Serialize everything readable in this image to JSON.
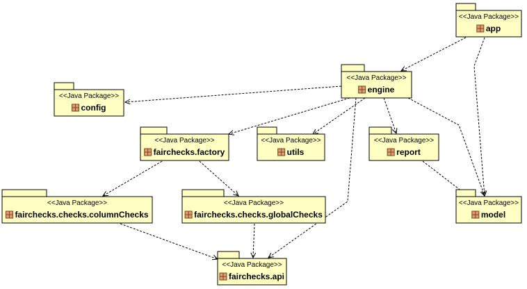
{
  "diagram": {
    "stereotype": "<<Java Package>>",
    "packages": [
      {
        "id": "app",
        "name": "app"
      },
      {
        "id": "engine",
        "name": "engine"
      },
      {
        "id": "config",
        "name": "config"
      },
      {
        "id": "factory",
        "name": "fairchecks.factory"
      },
      {
        "id": "utils",
        "name": "utils"
      },
      {
        "id": "report",
        "name": "report"
      },
      {
        "id": "columnChecks",
        "name": "fairchecks.checks.columnChecks"
      },
      {
        "id": "globalChecks",
        "name": "fairchecks.checks.globalChecks"
      },
      {
        "id": "model",
        "name": "model"
      },
      {
        "id": "api",
        "name": "fairchecks.api"
      }
    ],
    "dependencies": [
      {
        "from": "app",
        "to": "engine"
      },
      {
        "from": "app",
        "to": "model"
      },
      {
        "from": "engine",
        "to": "config"
      },
      {
        "from": "engine",
        "to": "factory"
      },
      {
        "from": "engine",
        "to": "utils"
      },
      {
        "from": "engine",
        "to": "report"
      },
      {
        "from": "engine",
        "to": "model"
      },
      {
        "from": "engine",
        "to": "api"
      },
      {
        "from": "factory",
        "to": "columnChecks"
      },
      {
        "from": "factory",
        "to": "globalChecks"
      },
      {
        "from": "report",
        "to": "model"
      },
      {
        "from": "columnChecks",
        "to": "api"
      },
      {
        "from": "globalChecks",
        "to": "api"
      }
    ]
  }
}
